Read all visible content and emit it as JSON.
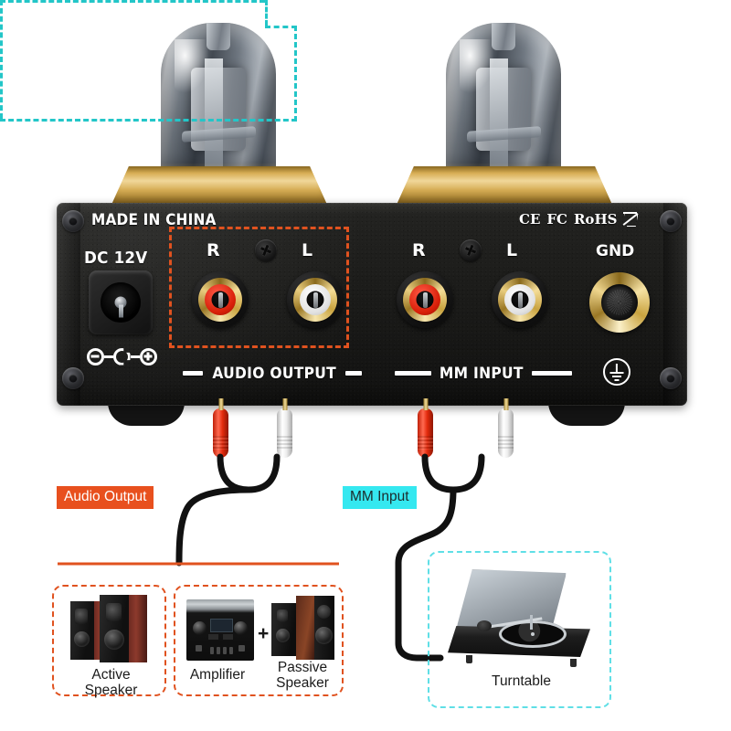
{
  "device": {
    "faceplate": {
      "made_in": "MADE IN CHINA",
      "power_label": "DC 12V",
      "polarity_symbol": "center-positive",
      "certifications": [
        "CE",
        "FC",
        "RoHS"
      ],
      "weee_icon": "crossed-out-wheelie-bin-icon"
    },
    "output_section": {
      "title": "AUDIO OUTPUT",
      "highlight_color": "#e0521f",
      "jacks": [
        {
          "label": "R",
          "color": "red"
        },
        {
          "label": "L",
          "color": "white"
        }
      ]
    },
    "input_section": {
      "title": "MM INPUT",
      "highlight_color": "#23c6c8",
      "jacks": [
        {
          "label": "R",
          "color": "red"
        },
        {
          "label": "L",
          "color": "white"
        }
      ],
      "ground_label": "GND",
      "earth_symbol": "earth-ground-icon"
    }
  },
  "callouts": {
    "audio_output": {
      "label": "Audio Output",
      "bg": "#e8501e",
      "fg": "#ffffff"
    },
    "mm_input": {
      "label": "MM Input",
      "bg": "#35e8f0",
      "fg": "#1c2b2c"
    }
  },
  "connections": {
    "output_devices": [
      {
        "caption_line1": "Active",
        "caption_line2": "Speaker"
      },
      {
        "caption_line1": "Amplifier",
        "caption_line2": ""
      },
      {
        "caption_line1": "Passive",
        "caption_line2": "Speaker"
      }
    ],
    "combiner": "+",
    "input_devices": [
      {
        "caption_line1": "Turntable",
        "caption_line2": ""
      }
    ]
  }
}
